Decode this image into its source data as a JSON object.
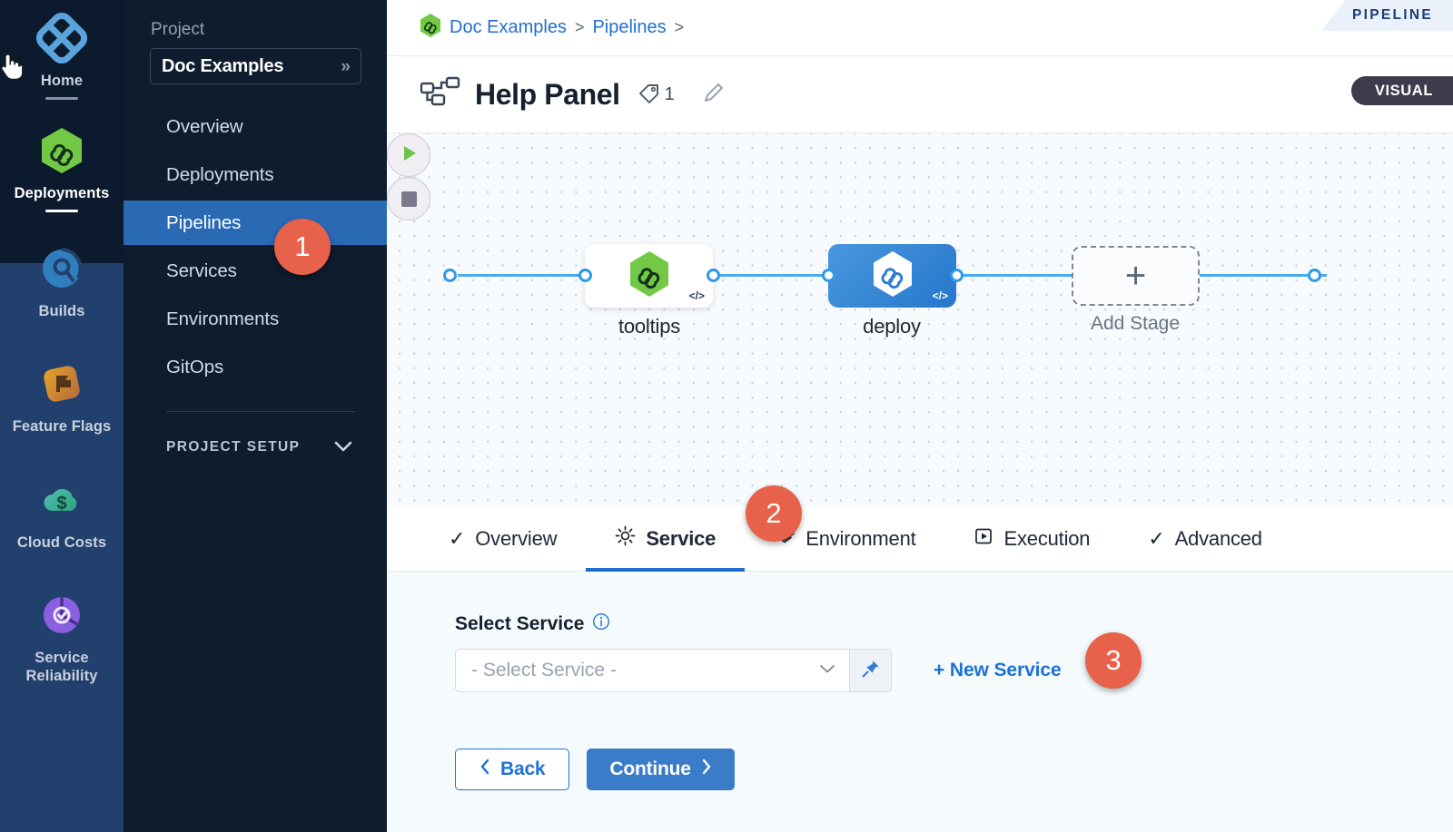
{
  "rail": {
    "items": [
      {
        "label": "Home",
        "icon": "home-diamond-icon",
        "state": "inactive"
      },
      {
        "label": "Deployments",
        "icon": "deployments-hexagon-icon",
        "state": "active"
      },
      {
        "label": "Builds",
        "icon": "builds-icon",
        "state": "inactive"
      },
      {
        "label": "Feature Flags",
        "icon": "feature-flags-icon",
        "state": "inactive"
      },
      {
        "label": "Cloud Costs",
        "icon": "cloud-costs-icon",
        "state": "inactive"
      },
      {
        "label": "Service Reliability",
        "icon": "service-reliability-icon",
        "state": "inactive"
      }
    ]
  },
  "sidebar": {
    "project_label": "Project",
    "project_name": "Doc Examples",
    "expand_icon": "chevron-double-right-icon",
    "items": [
      {
        "label": "Overview",
        "active": false
      },
      {
        "label": "Deployments",
        "active": false
      },
      {
        "label": "Pipelines",
        "active": true
      },
      {
        "label": "Services",
        "active": false
      },
      {
        "label": "Environments",
        "active": false
      },
      {
        "label": "GitOps",
        "active": false
      }
    ],
    "setup_label": "PROJECT SETUP",
    "setup_icon": "chevron-down-icon"
  },
  "breadcrumb": {
    "icon": "harness-hexagon-icon",
    "items": [
      "Doc Examples",
      "Pipelines"
    ],
    "separator": ">"
  },
  "header": {
    "icon": "pipeline-nodes-icon",
    "title": "Help Panel",
    "tag_icon": "tag-icon",
    "tag_count": "1",
    "edit_icon": "pencil-icon",
    "corner_tab": "PIPELINE",
    "mode_toggle": "VISUAL"
  },
  "canvas": {
    "start_icon": "play-icon",
    "stop_icon": "stop-square-icon",
    "stages": [
      {
        "label": "tooltips",
        "style": "white",
        "icon": "harness-hexagon-green-icon",
        "badge": "</>"
      },
      {
        "label": "deploy",
        "style": "blue",
        "icon": "harness-hexagon-white-icon",
        "badge": "</>"
      }
    ],
    "add_stage_label": "Add Stage",
    "add_stage_icon": "plus-icon"
  },
  "tabs": [
    {
      "label": "Overview",
      "icon": "check-icon",
      "active": false
    },
    {
      "label": "Service",
      "icon": "gear-icon",
      "active": true
    },
    {
      "label": "Environment",
      "icon": "layers-icon",
      "active": false
    },
    {
      "label": "Execution",
      "icon": "play-box-icon",
      "active": false
    },
    {
      "label": "Advanced",
      "icon": "check-icon",
      "active": false
    }
  ],
  "form": {
    "field_label": "Select Service",
    "info_icon": "info-icon",
    "select_placeholder": "- Select Service -",
    "select_chevron": "chevron-down-icon",
    "pin_icon": "pin-icon",
    "new_service_label": "+ New Service",
    "back_label": "Back",
    "back_icon": "chevron-left-icon",
    "continue_label": "Continue",
    "continue_icon": "chevron-right-icon"
  },
  "callouts": [
    {
      "number": "1"
    },
    {
      "number": "2"
    },
    {
      "number": "3"
    }
  ],
  "colors": {
    "accent_blue": "#2a69b4",
    "link_blue": "#1d72d4",
    "callout_orange": "#e8614a",
    "rail_dark": "#0b1b2d",
    "rail_blue": "#22406e",
    "sidebar_dark": "#0e1c2e",
    "canvas_bg": "#f7fbfd",
    "panel_bg": "#f5fafd",
    "edge_blue": "#4aaaf0",
    "green": "#5fc14c"
  }
}
